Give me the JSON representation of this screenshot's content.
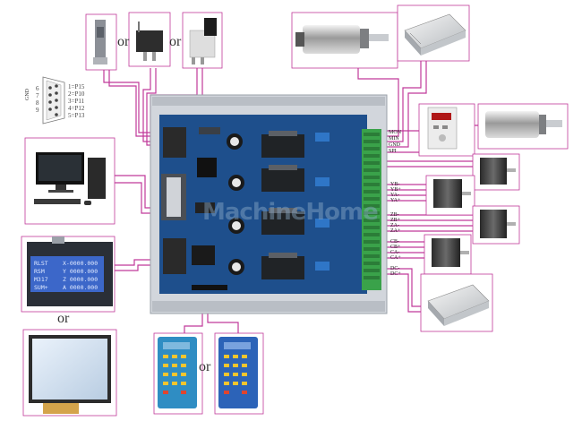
{
  "separators": {
    "or_switches_1": "or",
    "or_switches_2": "or",
    "or_lcd": "or",
    "or_pendant": "or"
  },
  "db9": {
    "pin_numbers_left": [
      "6",
      "7",
      "8",
      "9"
    ],
    "pin_numbers_right": [
      "1",
      "2",
      "3",
      "4",
      "5"
    ],
    "ground_label": "GND",
    "mapping": [
      "1=P15",
      "2=P10",
      "3=P11",
      "4=P12",
      "5=P13"
    ]
  },
  "terminal_labels": {
    "spindle": [
      "MON",
      "MIN",
      "GND",
      "SPI"
    ],
    "axis_y": [
      "YB-",
      "YB+",
      "YA-",
      "YA+"
    ],
    "axis_z": [
      "ZB-",
      "ZB+",
      "ZA-",
      "ZA+"
    ],
    "axis_c": [
      "CB-",
      "CB+",
      "CA-",
      "CA+"
    ],
    "power": [
      "DC-",
      "DC+"
    ]
  },
  "lcd_lines": [
    [
      "RLST",
      "X-0000.000"
    ],
    [
      "RSM",
      "Y 0000.000"
    ],
    [
      "M317",
      "Z 0000.000"
    ],
    [
      "SUM+",
      "A 0000.000"
    ]
  ],
  "watermark": "MachineHome",
  "colors": {
    "wire": "#c0399a",
    "board": "#1e4f8c",
    "terminal": "#3aa24a",
    "frame": "#d2d6dc"
  }
}
